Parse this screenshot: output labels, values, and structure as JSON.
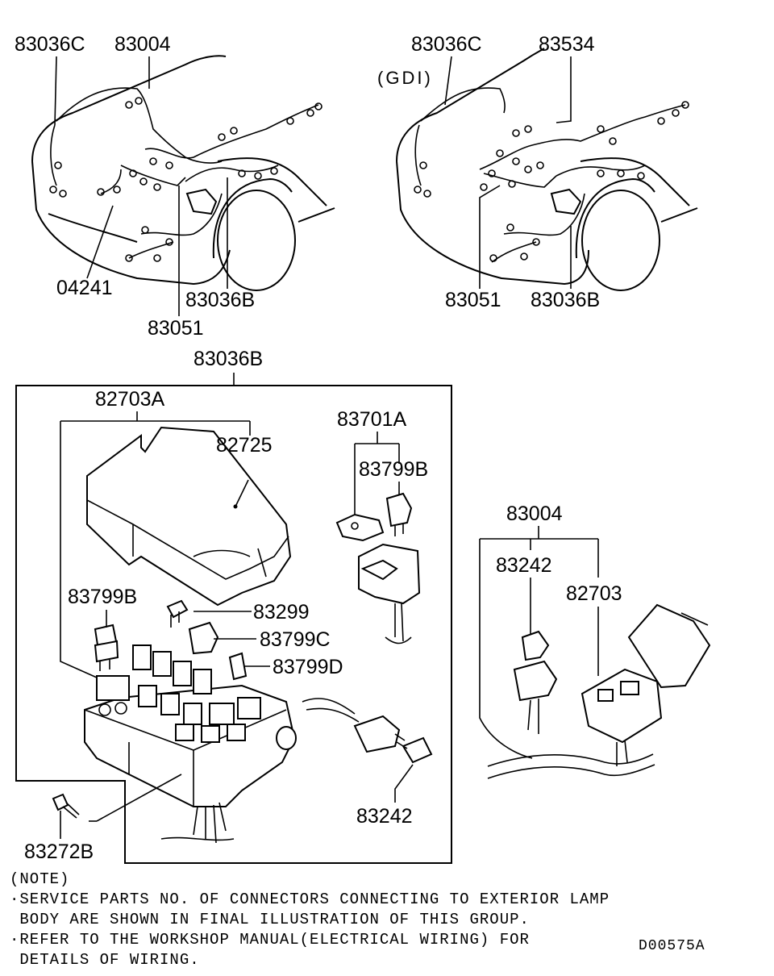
{
  "labels": {
    "top_left_83036c": "83036C",
    "top_left_83004": "83004",
    "top_left_04241": "04241",
    "top_left_83036b": "83036B",
    "top_left_83051": "83051",
    "top_right_83036c": "83036C",
    "top_right_83534": "83534",
    "top_right_gdi": "(GDI)",
    "top_right_83051": "83051",
    "top_right_83036b": "83036B",
    "box_83036b": "83036B",
    "p82703a": "82703A",
    "p82725": "82725",
    "p83701a": "83701A",
    "p83799b_right": "83799B",
    "p83799b_left": "83799B",
    "p83299": "83299",
    "p83799c": "83799C",
    "p83799d": "83799D",
    "p83242_bottom": "83242",
    "p83272b": "83272B",
    "p83004": "83004",
    "p83242": "83242",
    "p82703": "82703"
  },
  "note": {
    "heading": "(NOTE)",
    "line1": "·SERVICE PARTS NO. OF CONNECTORS CONNECTING TO EXTERIOR LAMP",
    "line2": " BODY ARE SHOWN IN FINAL ILLUSTRATION OF THIS GROUP.",
    "line3": "·REFER TO THE WORKSHOP MANUAL(ELECTRICAL WIRING) FOR",
    "line4": " DETAILS OF WIRING."
  },
  "drawing_code": "D00575A"
}
